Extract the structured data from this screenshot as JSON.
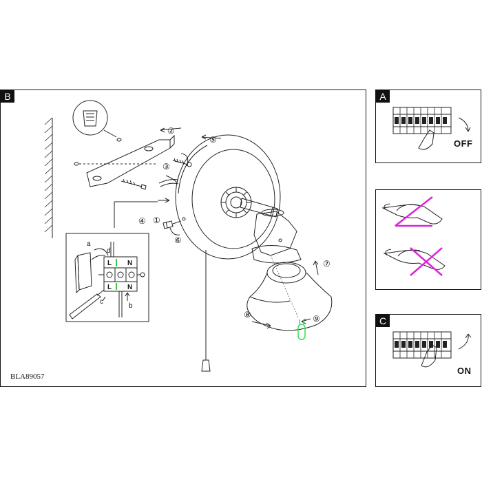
{
  "panels": {
    "b": {
      "tag": "B",
      "model_code": "BLA89057"
    },
    "a": {
      "tag": "A",
      "state": "OFF"
    },
    "c": {
      "tag": "C",
      "state": "ON"
    }
  },
  "steps": [
    "①",
    "②",
    "③",
    "④",
    "⑤",
    "⑥",
    "⑦",
    "⑧",
    "⑨"
  ],
  "wiring": {
    "a": "a",
    "b": "b",
    "c": "c",
    "d": "d",
    "L": "L",
    "N": "N"
  },
  "colors": {
    "line": "#222222",
    "bulb": "#33dd55",
    "cross": "#dd22dd",
    "wire_green": "#33cc44"
  }
}
